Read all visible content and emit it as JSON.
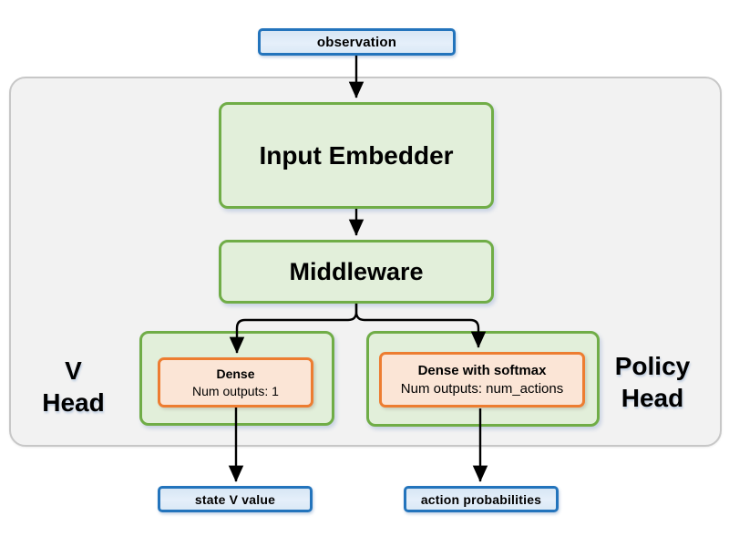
{
  "diagram": {
    "observation": {
      "label": "observation"
    },
    "input_embedder": {
      "label": "Input Embedder"
    },
    "middleware": {
      "label": "Middleware"
    },
    "v_head": {
      "title_line1": "V",
      "title_line2": "Head",
      "dense_title": "Dense",
      "dense_subtitle": "Num outputs: 1"
    },
    "policy_head": {
      "title_line1": "Policy",
      "title_line2": "Head",
      "dense_title": "Dense with softmax",
      "dense_subtitle": "Num outputs: num_actions"
    },
    "outputs": {
      "state_v_value": "state V value",
      "action_probabilities": "action probabilities"
    },
    "colors": {
      "green_border": "#70ad47",
      "green_fill": "#e2efda",
      "orange_border": "#ed7d31",
      "orange_fill": "#fbe5d6",
      "blue_border": "#2374bc",
      "blue_fill": "#dbe9f6",
      "container_fill": "#f2f2f2",
      "container_border": "#c7c7c7",
      "arrow": "#000000"
    }
  }
}
